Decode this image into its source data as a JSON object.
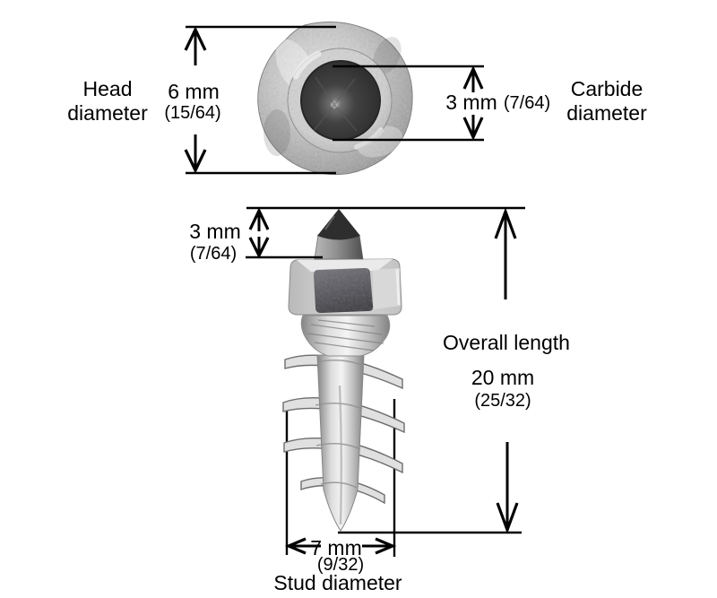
{
  "top_view": {
    "head_diameter": {
      "label_line1": "Head",
      "label_line2": "diameter",
      "value": "6 mm",
      "fraction": "(15/64)"
    },
    "carbide_diameter": {
      "value": "3 mm",
      "fraction": "(7/64)",
      "label_line1": "Carbide",
      "label_line2": "diameter"
    }
  },
  "side_view": {
    "tip_height": {
      "value": "3 mm",
      "fraction": "(7/64)"
    },
    "overall_length": {
      "label": "Overall length",
      "value": "20 mm",
      "fraction": "(25/32)"
    },
    "stud_diameter": {
      "value": "7 mm",
      "fraction": "(9/32)",
      "label": "Stud diameter"
    }
  },
  "colors": {
    "background": "#ffffff",
    "dimension_line": "#000000",
    "carbide_dark": "#2e2e2e",
    "metal_light": "#ececec",
    "metal_mid": "#b8b8b8",
    "metal_dark": "#777777"
  }
}
